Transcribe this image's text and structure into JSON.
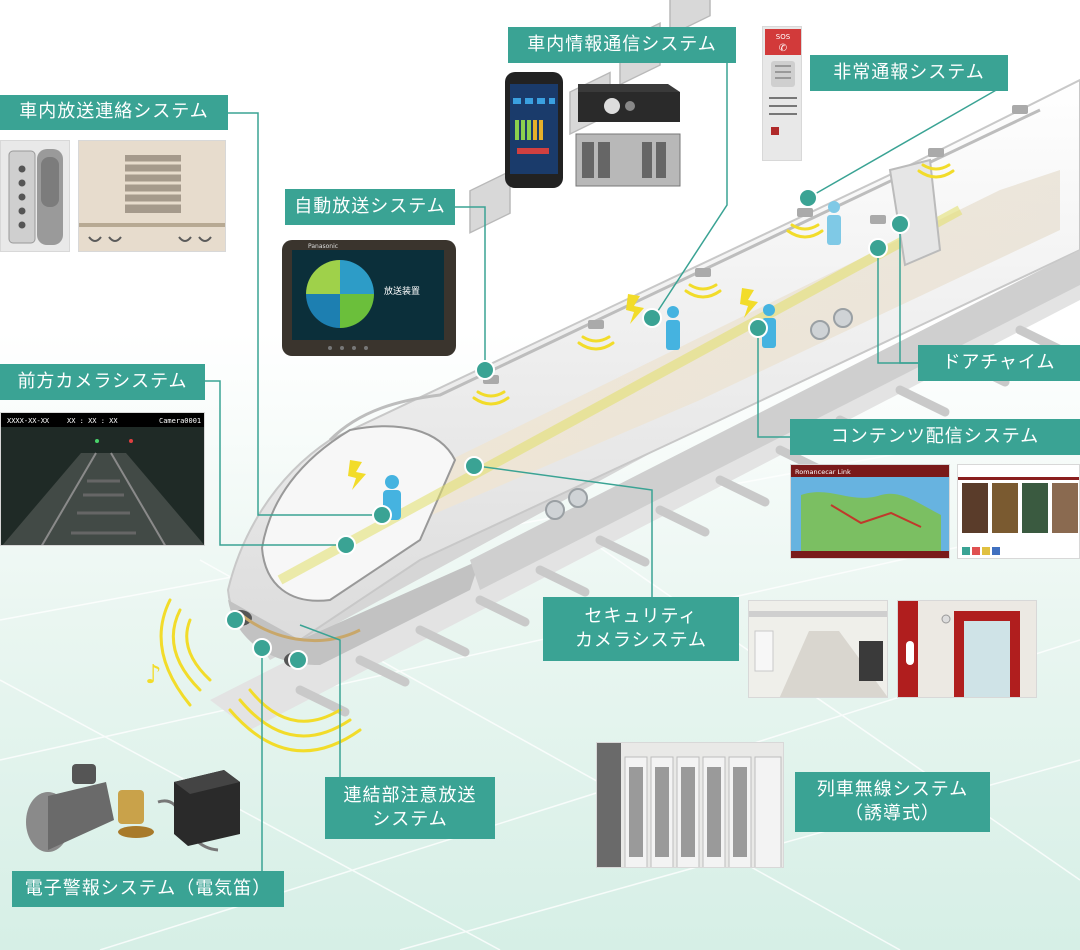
{
  "labels": {
    "shanai_housou": "車内放送連絡システム",
    "jidou_housou": "自動放送システム",
    "shanai_jouhou": "車内情報通信システム",
    "hijou_tsuuhou": "非常通報システム",
    "zenpou_camera": "前方カメラシステム",
    "door_chime": "ドアチャイム",
    "contents": "コンテンツ配信システム",
    "security_camera": "セキュリティ\nカメラシステム",
    "renketsu": "連結部注意放送\nシステム",
    "ressha_musen": "列車無線システム\n（誘導式）",
    "denshi_keihou": "電子警報システム（電気笛）"
  },
  "photo_text": {
    "tablet_brand": "Panasonic",
    "tablet_title": "放送装置",
    "camera_left": "XXXX-XX-XX",
    "camera_mid": "XX : XX : XX",
    "camera_id": "Camera0001",
    "romancecar": "Romancecar Link",
    "sos": "SOS"
  },
  "colors": {
    "accent": "#3aa394",
    "line": "#3aa394",
    "sound_wave": "#f2dc2a",
    "train_body": "#f4f4f4"
  }
}
